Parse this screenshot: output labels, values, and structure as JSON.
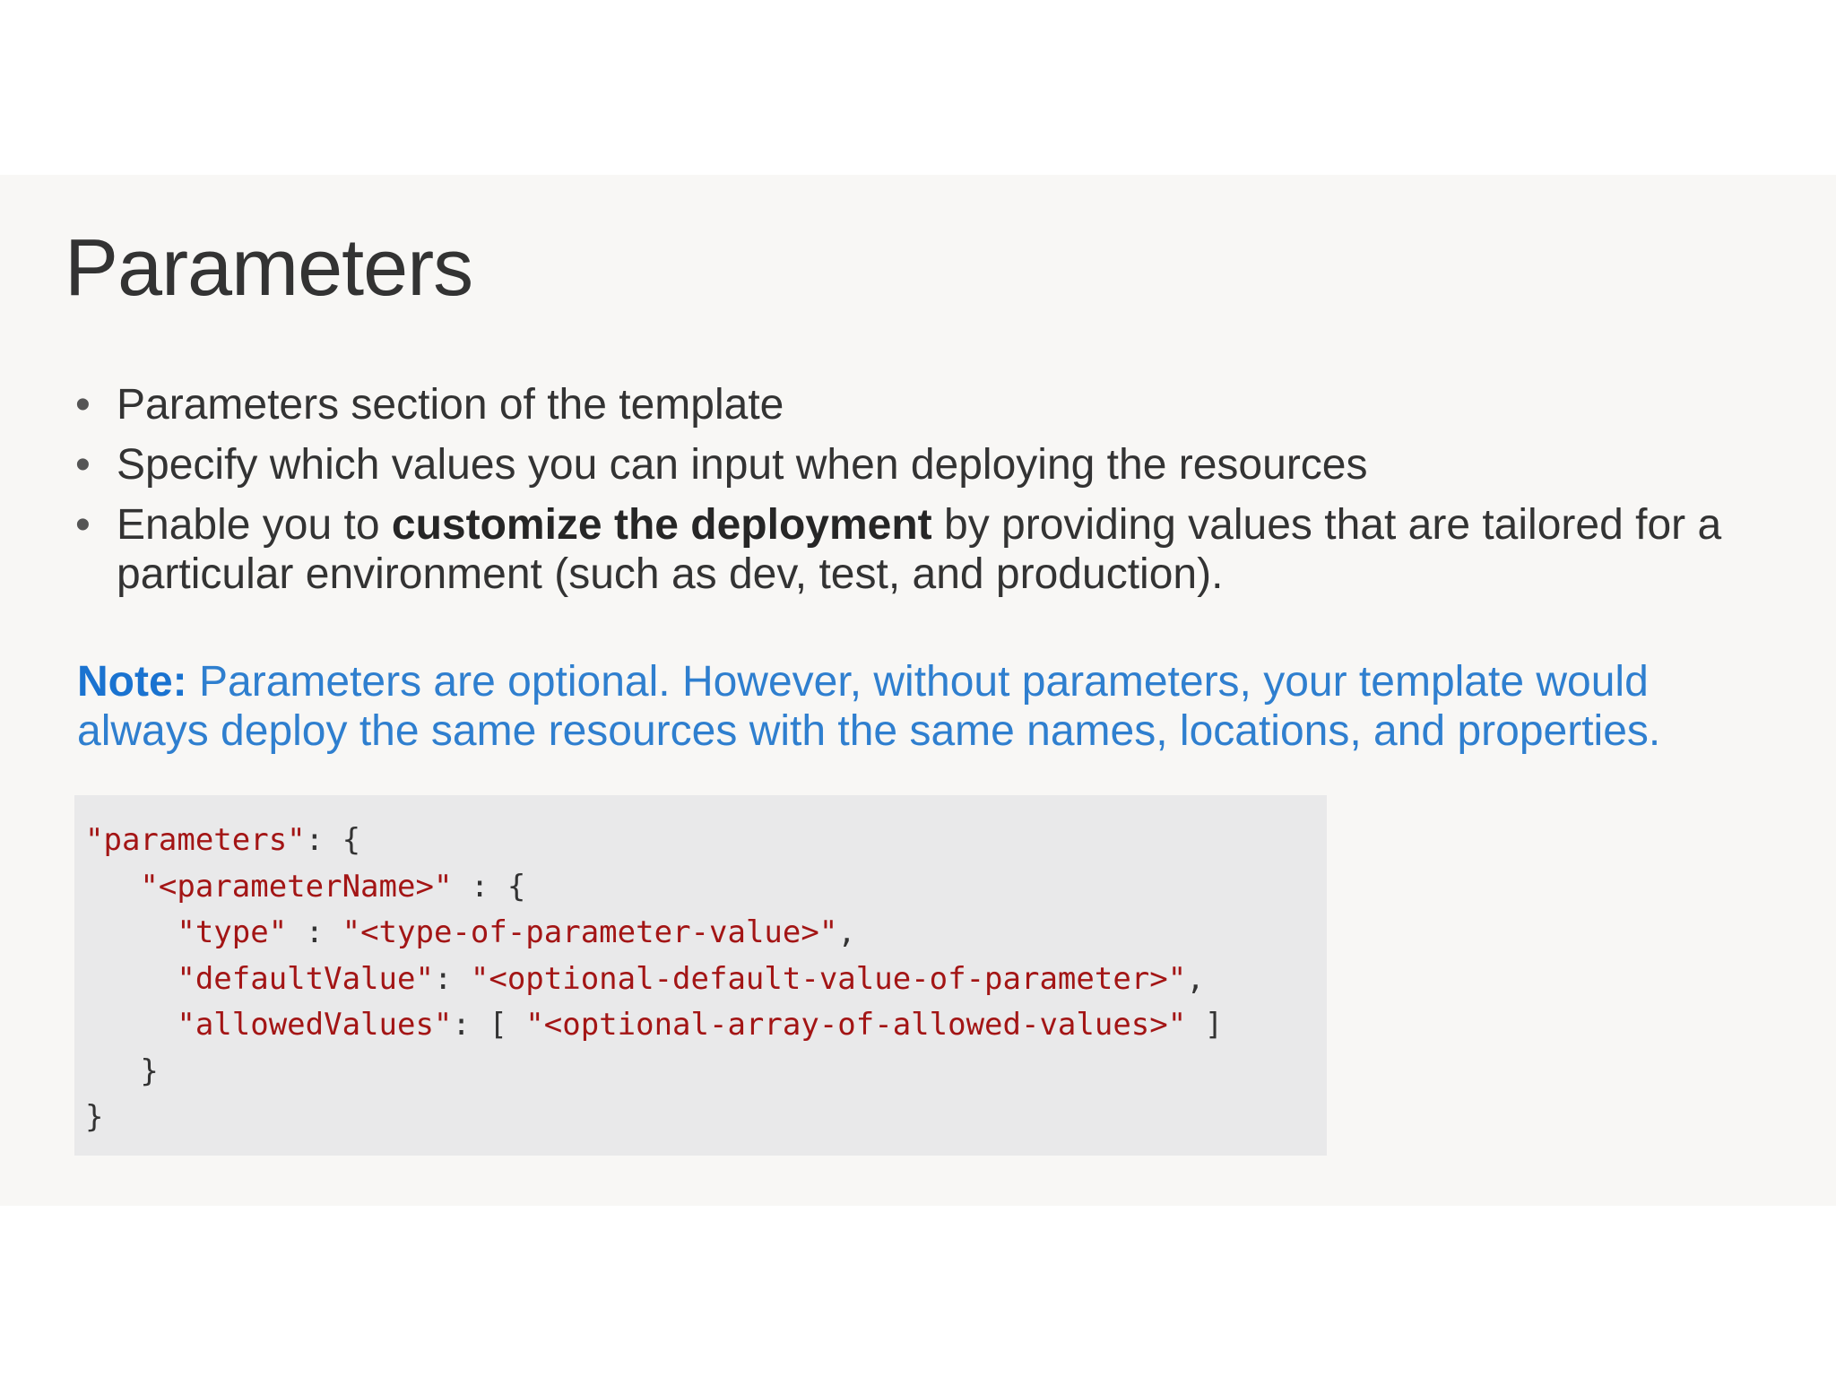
{
  "slide": {
    "title": "Parameters",
    "bullets": [
      {
        "text": "Parameters section of the template"
      },
      {
        "text": "Specify which values you can input when deploying the resources"
      },
      {
        "before": "Enable you to ",
        "bold": "customize the deployment",
        "after": " by providing values that are tailored for a particular environment (such as dev, test, and production)."
      }
    ],
    "note": {
      "label": "Note:",
      "text": " Parameters are optional. However, without parameters, your template would always deploy the same resources with the same names, locations, and properties."
    },
    "code": {
      "line1_key": "\"parameters\"",
      "line1_rest": ": {",
      "line2_key": "\"<parameterName>\"",
      "line2_rest": " : {",
      "line3_key": "\"type\"",
      "line3_sep": " : ",
      "line3_val": "\"<type-of-parameter-value>\"",
      "line3_end": ",",
      "line4_key": "\"defaultValue\"",
      "line4_sep": ": ",
      "line4_val": "\"<optional-default-value-of-parameter>\"",
      "line4_end": ",",
      "line5_key": "\"allowedValues\"",
      "line5_sep": ": [ ",
      "line5_val": "\"<optional-array-of-allowed-values>\"",
      "line5_end": " ]",
      "line6": "}",
      "line7": "}"
    }
  },
  "colors": {
    "note": "#2f7fcf",
    "code_string": "#a31515",
    "code_background": "#e9e9ea"
  }
}
